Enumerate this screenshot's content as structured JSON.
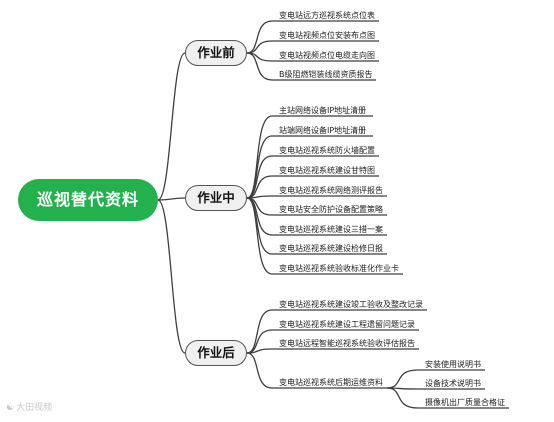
{
  "root": {
    "label": "巡视替代资料"
  },
  "branches": [
    {
      "label": "作业前",
      "items": [
        "变电站远方巡视系统点位表",
        "变电站视频点位安装布点图",
        "变电站视频点位电缆走向图",
        "B级阻燃铠装线缆资质报告"
      ]
    },
    {
      "label": "作业中",
      "items": [
        "主站网络设备IP地址清册",
        "站端网络设备IP地址清册",
        "变电站巡视系统防火墙配置",
        "变电站巡视系统建设甘特图",
        "变电站巡视系统网络测评报告",
        "变电站安全防护设备配置策略",
        "变电站巡视系统建设三措一案",
        "变电站巡视系统建设检修日报",
        "变电站巡视系统验收标准化作业卡"
      ]
    },
    {
      "label": "作业后",
      "items": [
        "变电站巡视系统建设竣工验收及整改记录",
        "变电站巡视系统建设工程遗留问题记录",
        "变电站远程智能巡视系统验收评估报告",
        "变电站巡视系统后期运维资料"
      ],
      "subitems": [
        "安装使用说明书",
        "设备技术说明书",
        "摄像机出厂质量合格证"
      ]
    }
  ],
  "watermark": {
    "text": "大田视频"
  },
  "colors": {
    "root_fill": "#22b14c",
    "branch_fill": "#f0f0f0",
    "line": "#3f3f3f"
  }
}
